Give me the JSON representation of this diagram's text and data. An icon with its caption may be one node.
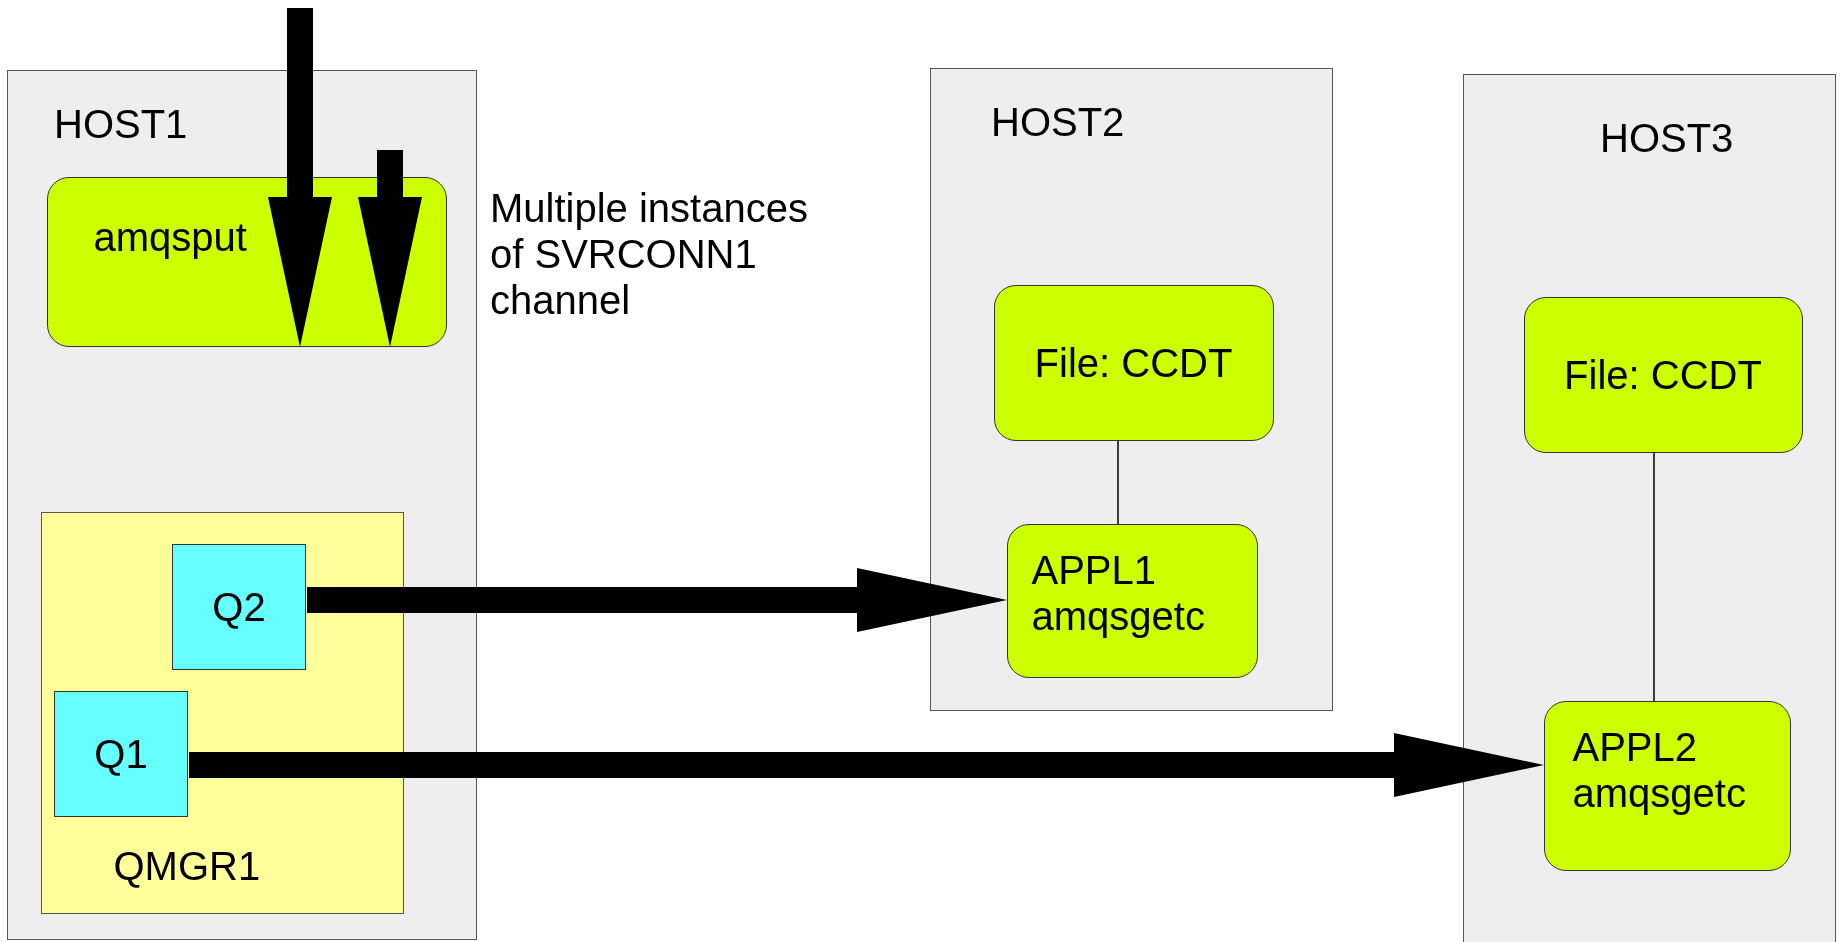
{
  "diagram": {
    "nodes": [
      {
        "text": [
          "HOST1"
        ]
      },
      {
        "text": [
          "amqsput"
        ],
        "in": 0
      },
      {
        "text": [
          "QMGR1"
        ],
        "in": 0
      },
      {
        "text": [
          "Q2"
        ],
        "in": 2
      },
      {
        "text": [
          "Q1"
        ],
        "in": 2
      },
      {
        "text": [
          "HOST2"
        ]
      },
      {
        "text": [
          "File: CCDT"
        ],
        "in": 5
      },
      {
        "text": [
          "APPL1",
          "amqsgetc"
        ],
        "in": 5
      },
      {
        "text": [
          "HOST3"
        ]
      },
      {
        "text": [
          "File: CCDT"
        ],
        "in": 8
      },
      {
        "text": [
          "APPL2",
          "amqsgetc"
        ],
        "in": 8
      }
    ],
    "edges": [
      {
        "from": null,
        "to": 1,
        "arrow": "to"
      },
      {
        "from": null,
        "to": 1,
        "arrow": "to"
      },
      {
        "from": 3,
        "to": 7,
        "arrow": "to"
      },
      {
        "from": 4,
        "to": 10,
        "arrow": "to"
      },
      {
        "from": 6,
        "to": 7,
        "arrow": "none"
      },
      {
        "from": 9,
        "to": 10,
        "arrow": "none"
      }
    ],
    "labels": [
      "Multiple instances of SVRCONN1 channel"
    ]
  }
}
